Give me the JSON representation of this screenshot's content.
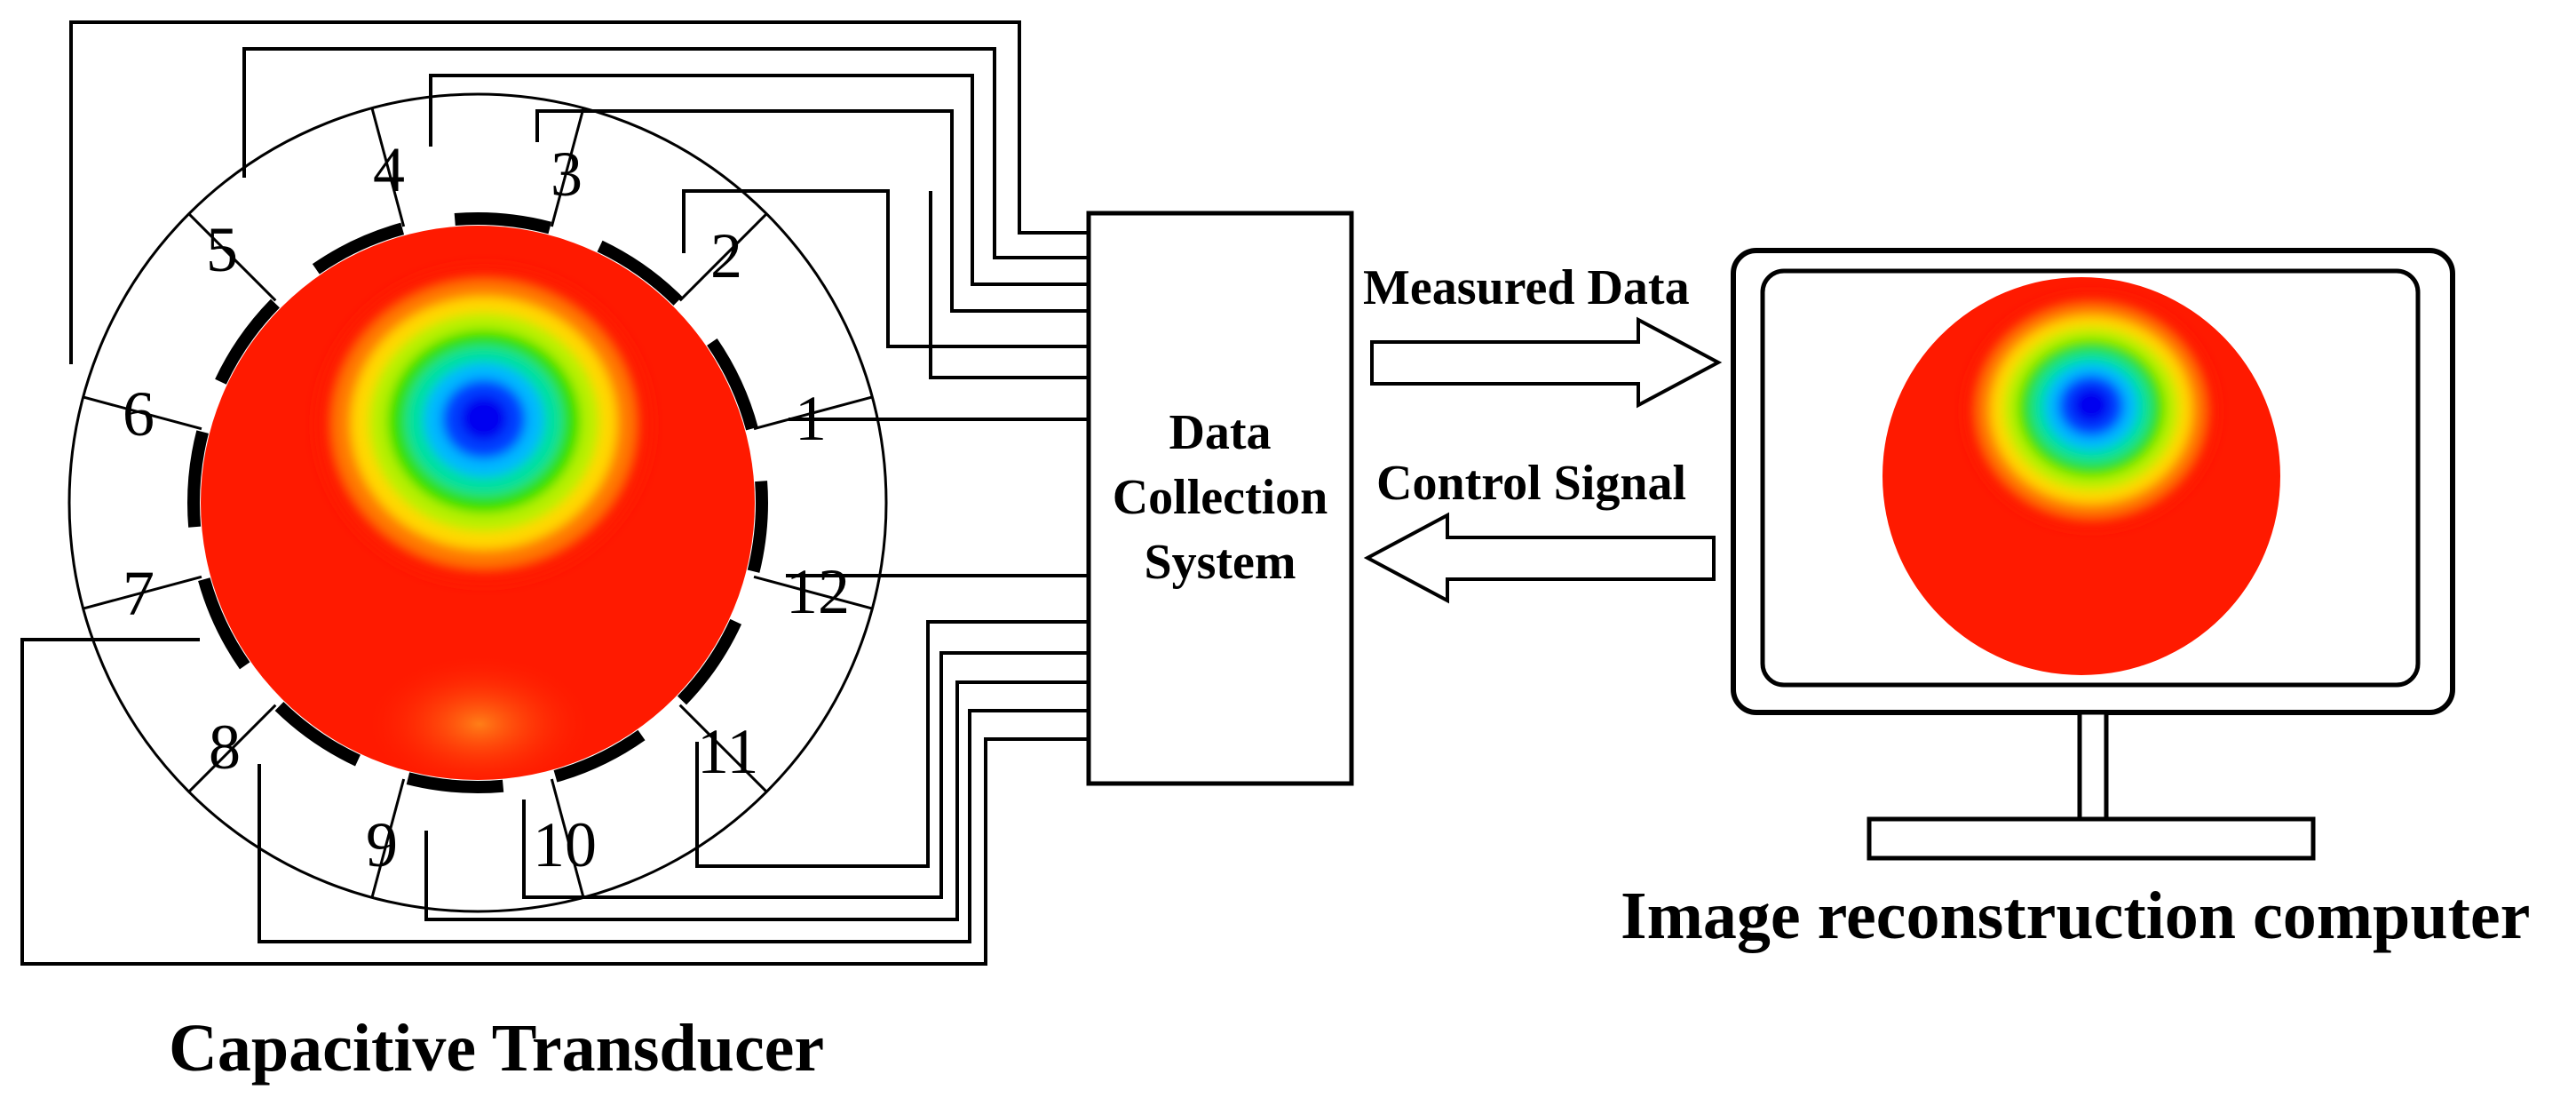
{
  "transducer": {
    "caption": "Capacitive Transducer",
    "electrodes": [
      "1",
      "2",
      "3",
      "4",
      "5",
      "6",
      "7",
      "8",
      "9",
      "10",
      "11",
      "12"
    ]
  },
  "dcs": {
    "lines": [
      "Data",
      "Collection",
      "System"
    ]
  },
  "arrows": {
    "measured": "Measured Data",
    "control": "Control Signal"
  },
  "computer": {
    "caption": "Image reconstruction computer"
  },
  "colors": {
    "field": "#ff1a00",
    "rings": [
      "#ff1a00",
      "#ff7a00",
      "#ffd800",
      "#b8f000",
      "#33e000",
      "#00e0a0",
      "#00b8ff",
      "#0040ff",
      "#0000f0"
    ],
    "lower_glow": "#ff6a10"
  }
}
